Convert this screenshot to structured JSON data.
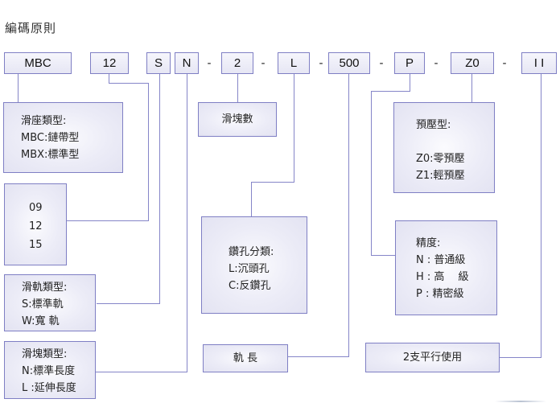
{
  "title": "編碼原則",
  "code_row": {
    "segments": [
      "MBC",
      "12",
      "S",
      "N",
      "2",
      "L",
      "500",
      "P",
      "Z0",
      "I I"
    ],
    "separator": "-"
  },
  "boxes": {
    "slide_seat": {
      "heading": "滑座類型:",
      "lines": [
        "MBC:鏈帶型",
        "MBX:標準型"
      ]
    },
    "size": {
      "lines": [
        "09",
        "12",
        "15"
      ]
    },
    "rail_type": {
      "heading": "滑軌類型:",
      "lines": [
        "S:標準軌",
        "W:寬 軌"
      ]
    },
    "block_type": {
      "heading": "滑塊類型:",
      "lines": [
        "N:標準長度",
        "L :延伸長度"
      ]
    },
    "block_count": {
      "label": "滑塊數"
    },
    "hole_type": {
      "heading": "鑽孔分類:",
      "lines": [
        "L:沉頭孔",
        "C:反鑽孔"
      ]
    },
    "rail_length": {
      "label": "軌 長"
    },
    "preload": {
      "heading": "預壓型:",
      "lines": [
        "Z0:零預壓",
        "Z1:輕預壓"
      ]
    },
    "accuracy": {
      "heading": "精度:",
      "lines": [
        "N : 普通級",
        "H : 高　 級",
        "P : 精密級"
      ]
    },
    "parallel": {
      "label": "2支平行使用"
    }
  },
  "colors": {
    "border": "#7f7fc4",
    "line": "#8585c8",
    "fill": "#e6e6f4"
  }
}
